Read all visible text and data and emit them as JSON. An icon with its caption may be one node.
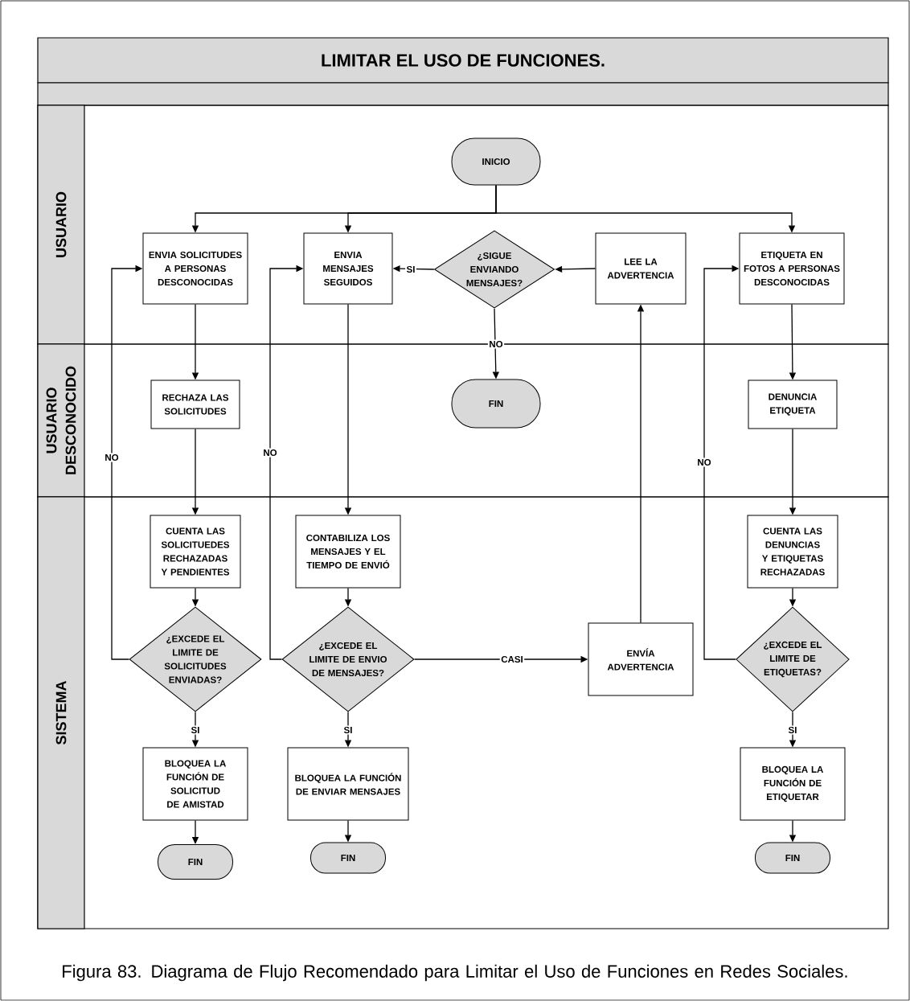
{
  "diagram": {
    "title": "LIMITAR EL USO DE FUNCIONES.",
    "caption": "Figura 83. Diagrama de Flujo Recomendado para Limitar el Uso de Funciones en Redes Sociales.",
    "nodes": [
      {
        "text": [
          "USUARIO"
        ]
      },
      {
        "text": [
          "USUARIO DESCONOCIDO"
        ]
      },
      {
        "text": [
          "SISTEMA"
        ]
      },
      {
        "text": [
          "INICIO"
        ],
        "in": 0
      },
      {
        "text": [
          "ENVIA SOLICITUDES A PERSONAS DESCONOCIDAS"
        ],
        "in": 0
      },
      {
        "text": [
          "ENVIA MENSAJES SEGUIDOS"
        ],
        "in": 0
      },
      {
        "text": [
          "¿SIGUE ENVIANDO MENSAJES?"
        ],
        "in": 0
      },
      {
        "text": [
          "LEE LA ADVERTENCIA"
        ],
        "in": 0
      },
      {
        "text": [
          "ETIQUETA EN FOTOS A PERSONAS DESCONOCIDAS"
        ],
        "in": 0
      },
      {
        "text": [
          "RECHAZA LAS SOLICITUDES"
        ],
        "in": 1
      },
      {
        "text": [
          "FIN"
        ],
        "in": 1
      },
      {
        "text": [
          "DENUNCIA ETIQUETA"
        ],
        "in": 1
      },
      {
        "text": [
          "CUENTA LAS SOLICITUEDES RECHAZADAS Y PENDIENTES"
        ],
        "in": 2
      },
      {
        "text": [
          "CONTABILIZA LOS MENSAJES Y EL TIEMPO DE ENVIÓ"
        ],
        "in": 2
      },
      {
        "text": [
          "CUENTA LAS DENUNCIAS Y ETIQUETAS RECHAZADAS"
        ],
        "in": 2
      },
      {
        "text": [
          "¿EXCEDE EL LIMITE DE SOLICITUDES ENVIADAS?"
        ],
        "in": 2
      },
      {
        "text": [
          "¿EXCEDE EL LIMITE DE ENVIO DE MENSAJES?"
        ],
        "in": 2
      },
      {
        "text": [
          "ENVÍA ADVERTENCIA"
        ],
        "in": 2
      },
      {
        "text": [
          "¿EXCEDE EL LIMITE DE ETIQUETAS?"
        ],
        "in": 2
      },
      {
        "text": [
          "BLOQUEA LA FUNCIÓN DE SOLICITUD DE AMISTAD"
        ],
        "in": 2
      },
      {
        "text": [
          "BLOQUEA LA FUNCIÓN DE ENVIAR MENSAJES"
        ],
        "in": 2
      },
      {
        "text": [
          "BLOQUEA LA FUNCIÓN DE ETIQUETAR"
        ],
        "in": 2
      },
      {
        "text": [
          "FIN"
        ],
        "in": 2
      },
      {
        "text": [
          "FIN"
        ],
        "in": 2
      },
      {
        "text": [
          "FIN"
        ],
        "in": 2
      }
    ],
    "edges": [
      {
        "from": 3,
        "to": 4,
        "arrow": "to"
      },
      {
        "from": 3,
        "to": 5,
        "arrow": "to"
      },
      {
        "from": 3,
        "to": 8,
        "arrow": "to"
      },
      {
        "from": 6,
        "to": 5,
        "arrow": "to",
        "label": "SI"
      },
      {
        "from": 7,
        "to": 6,
        "arrow": "to"
      },
      {
        "from": 6,
        "to": 10,
        "arrow": "to",
        "label": "NO"
      },
      {
        "from": 4,
        "to": 9,
        "arrow": "to"
      },
      {
        "from": 9,
        "to": 12,
        "arrow": "to"
      },
      {
        "from": 5,
        "to": 13,
        "arrow": "to"
      },
      {
        "from": 8,
        "to": 11,
        "arrow": "to"
      },
      {
        "from": 11,
        "to": 14,
        "arrow": "to"
      },
      {
        "from": 12,
        "to": 15,
        "arrow": "to"
      },
      {
        "from": 13,
        "to": 16,
        "arrow": "to"
      },
      {
        "from": 14,
        "to": 18,
        "arrow": "to"
      },
      {
        "from": 15,
        "to": 4,
        "arrow": "to",
        "label": "NO"
      },
      {
        "from": 16,
        "to": 5,
        "arrow": "to",
        "label": "NO"
      },
      {
        "from": 18,
        "to": 8,
        "arrow": "to",
        "label": "NO"
      },
      {
        "from": 16,
        "to": 17,
        "arrow": "to",
        "label": "CASI"
      },
      {
        "from": 17,
        "to": 7,
        "arrow": "to"
      },
      {
        "from": 15,
        "to": 19,
        "arrow": "to",
        "label": "SI"
      },
      {
        "from": 16,
        "to": 20,
        "arrow": "to",
        "label": "SI"
      },
      {
        "from": 18,
        "to": 21,
        "arrow": "to",
        "label": "SI"
      },
      {
        "from": 19,
        "to": 22,
        "arrow": "to"
      },
      {
        "from": 20,
        "to": 23,
        "arrow": "to"
      },
      {
        "from": 21,
        "to": 24,
        "arrow": "to"
      }
    ]
  }
}
